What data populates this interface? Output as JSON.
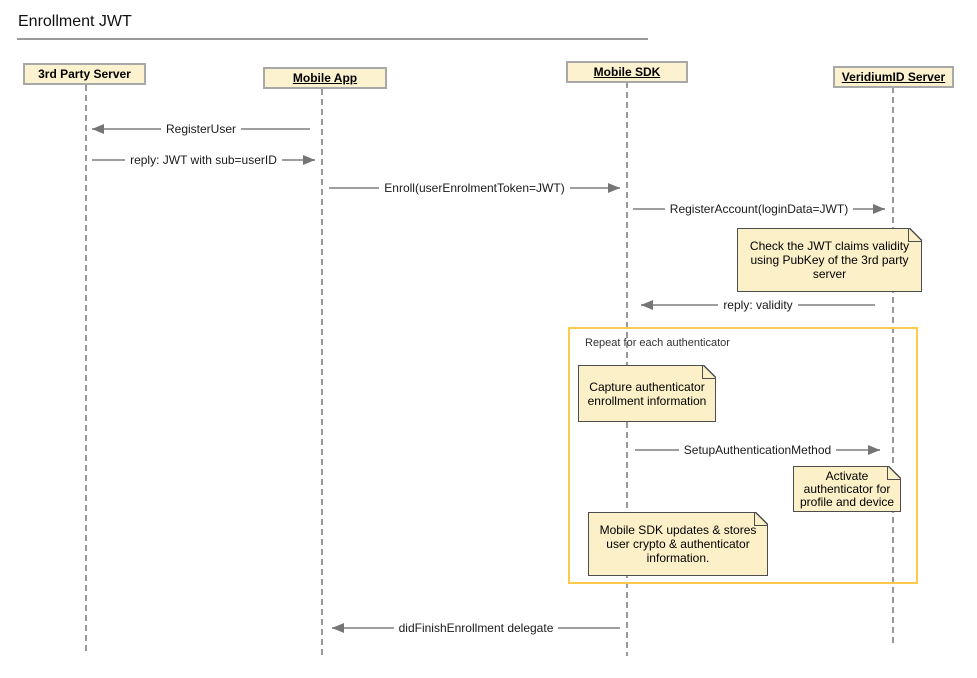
{
  "diagram": {
    "title": "Enrollment JWT",
    "type": "sequence-diagram"
  },
  "participants": [
    {
      "label": "3rd Party Server"
    },
    {
      "label": "Mobile App"
    },
    {
      "label": "Mobile SDK"
    },
    {
      "label": "VeridiumID Server"
    }
  ],
  "messages": [
    {
      "label": "RegisterUser",
      "from": "Mobile App",
      "to": "3rd Party Server"
    },
    {
      "label": "reply: JWT with sub=userID",
      "from": "3rd Party Server",
      "to": "Mobile App"
    },
    {
      "label": "Enroll(userEnrolmentToken=JWT)",
      "from": "Mobile App",
      "to": "Mobile SDK"
    },
    {
      "label": "RegisterAccount(loginData=JWT)",
      "from": "Mobile SDK",
      "to": "VeridiumID Server"
    },
    {
      "label": "reply: validity",
      "from": "VeridiumID Server",
      "to": "Mobile SDK"
    },
    {
      "label": "SetupAuthenticationMethod",
      "from": "Mobile SDK",
      "to": "VeridiumID Server"
    },
    {
      "label": "didFinishEnrollment delegate",
      "from": "Mobile SDK",
      "to": "Mobile App"
    }
  ],
  "notes": [
    {
      "text": "Check the JWT claims validity using PubKey of the 3rd party server"
    },
    {
      "text": "Capture authenticator enrollment information"
    },
    {
      "text": "Activate authenticator for profile and device"
    },
    {
      "text": "Mobile SDK updates & stores user crypto & authenticator information."
    }
  ],
  "frame": {
    "label": "Repeat for each authenticator"
  },
  "colors": {
    "participant_fill": "#fcf2cf",
    "participant_border": "#a8a8a8",
    "note_fill": "#fcf0c8",
    "note_border": "#4d4d4d",
    "frame_border": "#ffc94c",
    "lifeline": "#999999",
    "arrow_line": "#9e9e9e",
    "arrow_head": "#757575"
  }
}
